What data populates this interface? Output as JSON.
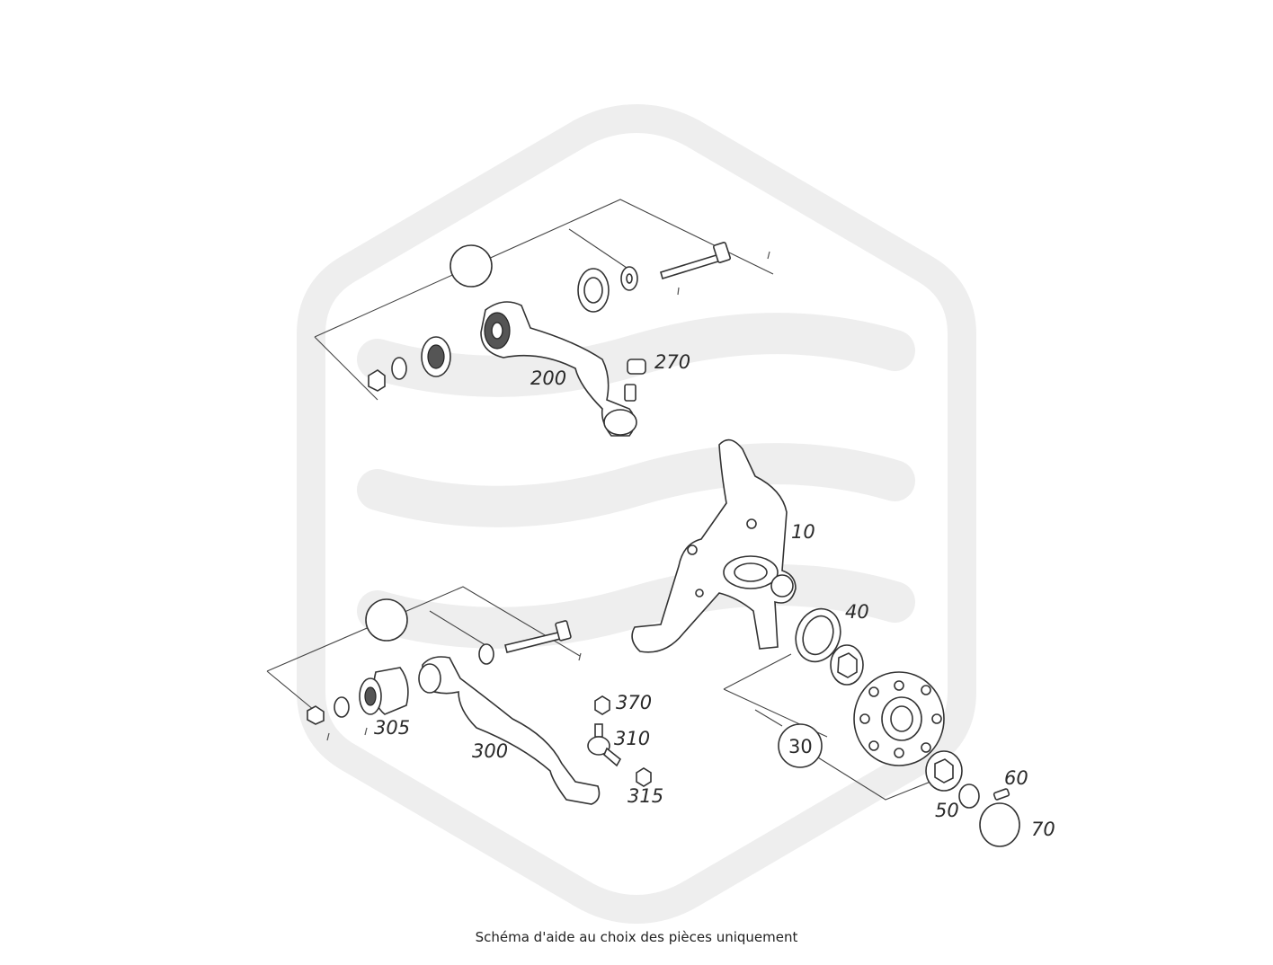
{
  "diagram": {
    "labels": {
      "l10": "10",
      "l30": "30",
      "l40": "40",
      "l50": "50",
      "l60": "60",
      "l70": "70",
      "l200": "200",
      "l270": "270",
      "l300": "300",
      "l305": "305",
      "l310": "310",
      "l315": "315",
      "l370": "370"
    },
    "caption": "Schéma d'aide au choix des pièces uniquement"
  }
}
